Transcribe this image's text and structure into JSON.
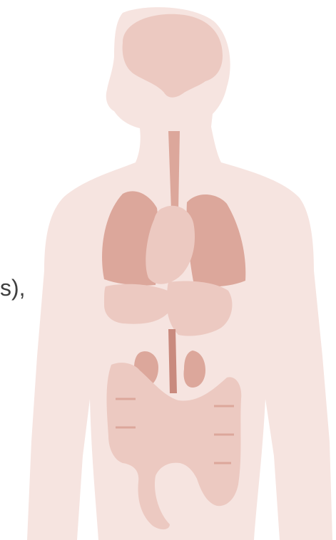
{
  "text_fragment": "s),",
  "colors": {
    "background": "#ffffff",
    "body_silhouette": "#f6e4e0",
    "organ_light": "#ecc9c1",
    "organ_medium": "#dca79b",
    "organ_dark": "#c98a7e",
    "text": "#3f3f3f"
  },
  "organs": [
    "brain",
    "esophagus",
    "lungs",
    "heart",
    "stomach",
    "liver",
    "kidneys",
    "aorta",
    "intestines"
  ]
}
